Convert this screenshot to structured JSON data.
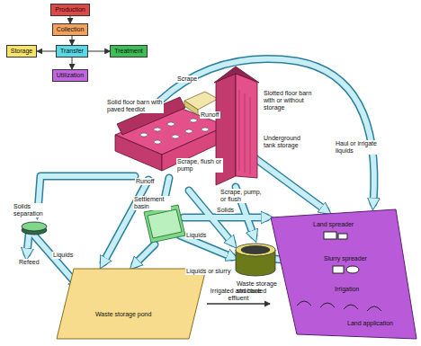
{
  "diagram": {
    "nodes": [
      {
        "text": [
          "Production"
        ]
      },
      {
        "text": [
          "Collection"
        ]
      },
      {
        "text": [
          "Storage"
        ]
      },
      {
        "text": [
          "Transfer"
        ]
      },
      {
        "text": [
          "Treatment"
        ]
      },
      {
        "text": [
          "Utilization"
        ]
      },
      {
        "text": [
          "Waste storage pond"
        ]
      },
      {
        "text": [
          "Land spreader",
          "Slurry spreader",
          "Irrigation",
          "Land application"
        ]
      }
    ],
    "edges": [
      {
        "from": 0,
        "to": 1,
        "arrow": "to"
      },
      {
        "from": 1,
        "to": 3,
        "arrow": "to"
      },
      {
        "from": 3,
        "to": 2,
        "arrow": "to"
      },
      {
        "from": 3,
        "to": 4,
        "arrow": "to"
      },
      {
        "from": 3,
        "to": 5,
        "arrow": "to"
      },
      {
        "from": 6,
        "to": 7,
        "label": "Irrigated and hauled effluent",
        "arrow": "to"
      }
    ],
    "labels": [
      "Scrape",
      "Solid floor barn with paved feedlot",
      "Slotted floor barn with or without storage",
      "Runoff",
      "Underground tank storage",
      "Haul or irrigate liquids",
      "Runoff",
      "Scrape, flush or pump",
      "Scrape, pump, or flush",
      "Solids separation",
      "Settlement basin",
      "Solids",
      "Liquids",
      "Refeed",
      "Liquids",
      "Liquids or slurry",
      "Waste storage structure"
    ]
  }
}
